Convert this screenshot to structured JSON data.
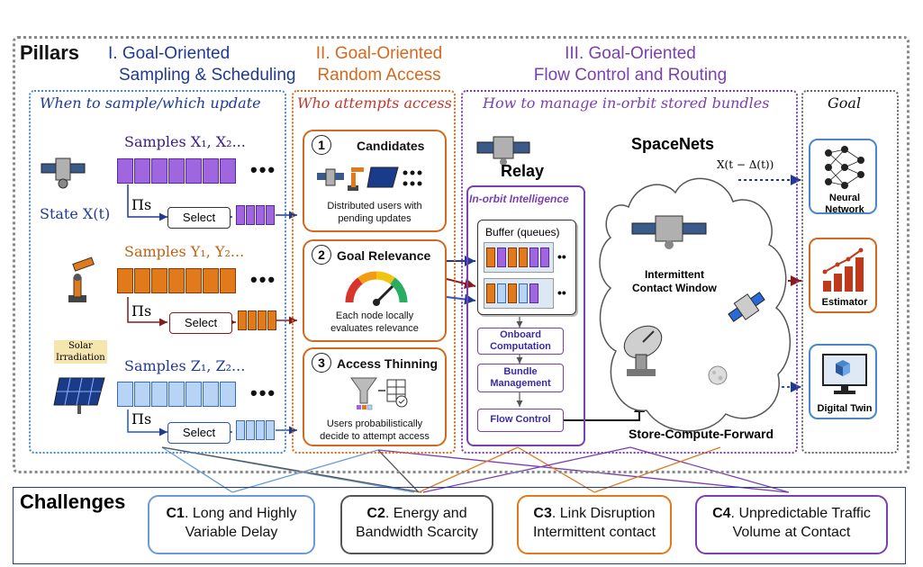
{
  "pillars": {
    "title": "Pillars",
    "p1": {
      "line1": "I. Goal-Oriented",
      "line2": "Sampling & Scheduling",
      "color": "#1f3a93"
    },
    "p2": {
      "line1": "II. Goal-Oriented",
      "line2": "Random Access",
      "color": "#d2691e"
    },
    "p3": {
      "line1": "III. Goal-Oriented",
      "line2": "Flow Control and Routing",
      "color": "#7a3fb0"
    }
  },
  "sections": {
    "s1_header": "When to sample/which update",
    "s2_header": "Who attempts access",
    "s3_header": "How to manage in-orbit stored bundles",
    "goal_header": "Goal"
  },
  "sampling": {
    "rows": [
      {
        "samples_label": "Samples X₁, X₂...",
        "color": "#a066e0",
        "border": "#5a2a9a"
      },
      {
        "samples_label": "Samples Y₁, Y₂...",
        "color": "#e07a1a",
        "border": "#8a3a00"
      },
      {
        "samples_label": "Samples Z₁, Z₂...",
        "color": "#b8d4f5",
        "border": "#3a6ab8"
      }
    ],
    "state_label": "State X(t)",
    "policy_label": "Πs",
    "select_label": "Select",
    "solar_label_1": "Solar",
    "solar_label_2": "Irradiation",
    "ellipsis": "•••"
  },
  "random_access": {
    "candidates": {
      "num": "1",
      "title": "Candidates",
      "desc_1": "Distributed users with",
      "desc_2": "pending updates"
    },
    "relevance": {
      "num": "2",
      "title": "Goal Relevance",
      "desc_1": "Each node locally",
      "desc_2": "evaluates relevance"
    },
    "thinning": {
      "num": "3",
      "title": "Access Thinning",
      "desc_1": "Users probabilistically",
      "desc_2": "decide to attempt access"
    }
  },
  "flow": {
    "relay_label": "Relay",
    "intelligence_label": "In-orbit Intelligence",
    "buffer_label": "Buffer (queues)",
    "onboard_1": "Onboard",
    "onboard_2": "Computation",
    "bundle_1": "Bundle",
    "bundle_2": "Management",
    "flow_control": "Flow Control",
    "spacenets_label": "SpaceNets",
    "intermittent_1": "Intermittent",
    "intermittent_2": "Contact Window",
    "store_label": "Store-Compute-Forward",
    "delay_label": "X(t − Δ(t))"
  },
  "goal": {
    "neural_1": "Neural",
    "neural_2": "Network",
    "estimator": "Estimator",
    "twin": "Digital Twin"
  },
  "challenges": {
    "title": "Challenges",
    "c1": {
      "id": "C1",
      "text_1": ". Long and Highly",
      "text_2": "Variable Delay",
      "color": "#6a9bd8"
    },
    "c2": {
      "id": "C2",
      "text_1": ". Energy and",
      "text_2": "Bandwidth Scarcity",
      "color": "#555555"
    },
    "c3": {
      "id": "C3",
      "text_1": ". Link Disruption",
      "text_2": "Intermittent contact",
      "color": "#e07a1a"
    },
    "c4": {
      "id": "C4",
      "text_1": ". Unpredictable Traffic",
      "text_2": "Volume at Contact",
      "color": "#7a3fb0"
    }
  }
}
